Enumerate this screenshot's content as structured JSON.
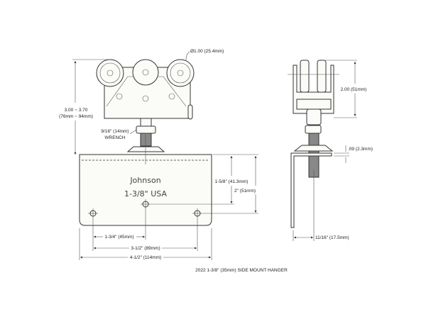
{
  "drawing": {
    "caption": "2022 1-3/8\" (35mm) SIDE MOUNT HANGER",
    "plate_brand": "Johnson",
    "plate_size": "1-3/8\"  USA",
    "front_view": {
      "wheel_diameter": "Ø1.00 (25.4mm)",
      "height_range": "3.00 ~ 3.70",
      "height_range_mm": "(76mm ~ 94mm)",
      "wrench_size": "9/16\" (14mm)",
      "wrench_label": "WRENCH",
      "hole_height_center": "1-5/8\" (41.3mm)",
      "hole_height_outer": "2\" (51mm)",
      "hole_spacing_center": "1-3/4\" (45mm)",
      "hole_spacing_outer": "3-1/2\" (89mm)",
      "plate_width": "4-1/2\" (114mm)"
    },
    "side_view": {
      "carriage_height": "2.00 (51mm)",
      "plate_thickness": ".09 (2.3mm)",
      "offset": "11/16\" (17.5mm)"
    }
  }
}
